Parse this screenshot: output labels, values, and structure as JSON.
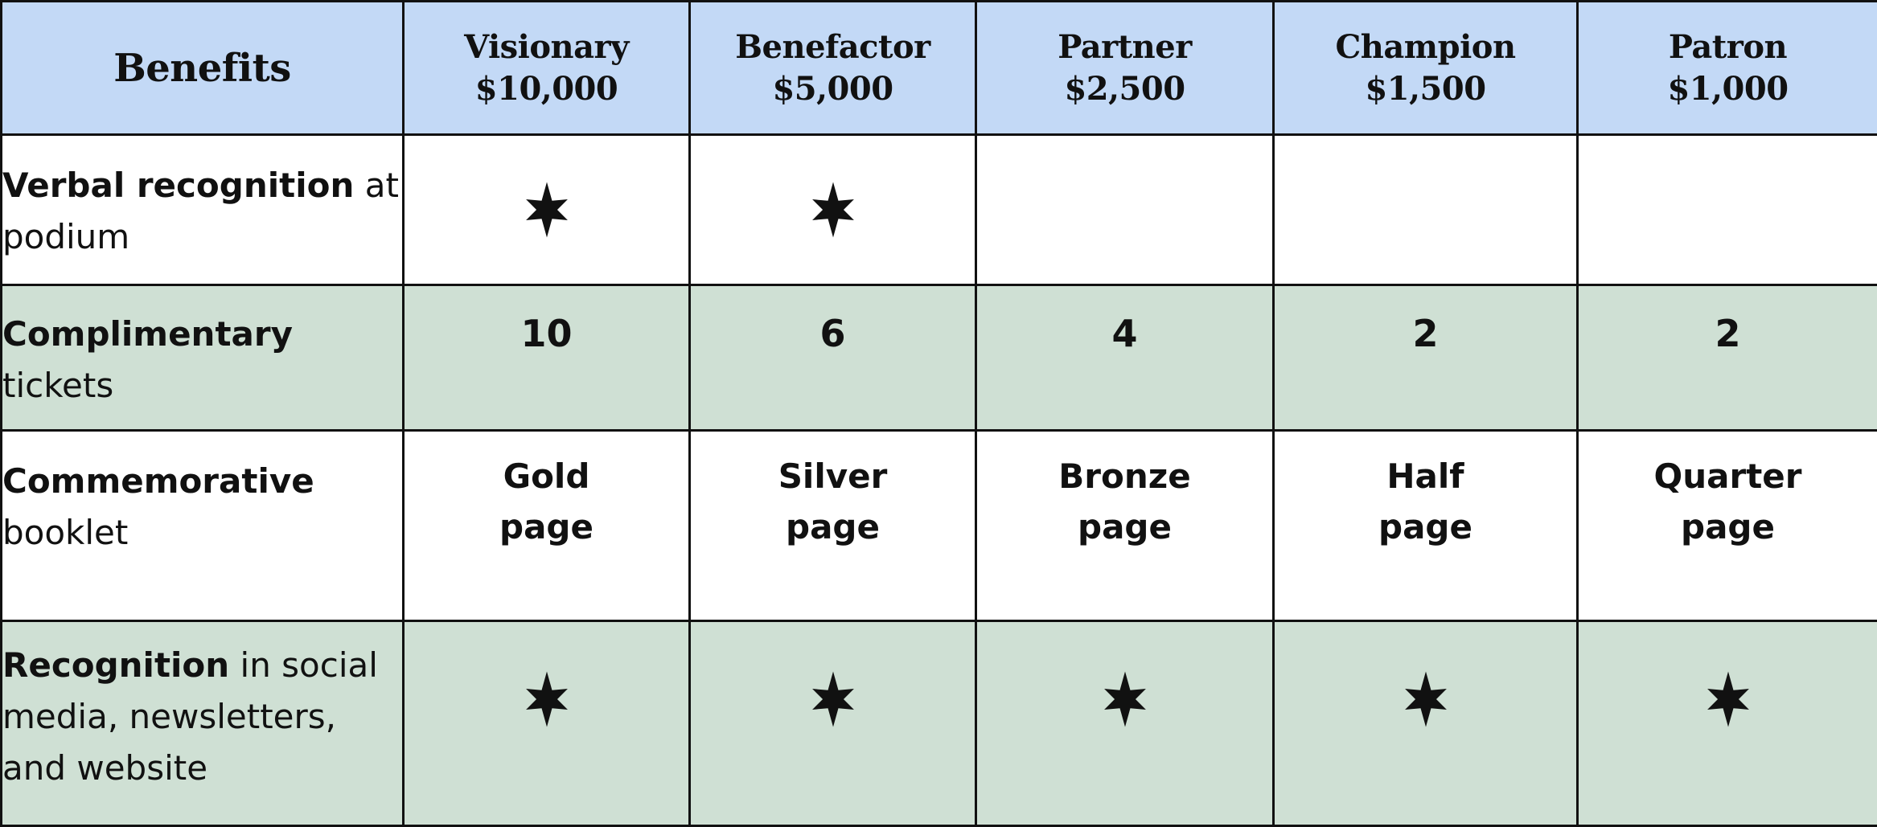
{
  "header": {
    "benefits_label": "Benefits",
    "tiers": [
      {
        "name": "Visionary",
        "price": "$10,000"
      },
      {
        "name": "Benefactor",
        "price": "$5,000"
      },
      {
        "name": "Partner",
        "price": "$2,500"
      },
      {
        "name": "Champion",
        "price": "$1,500"
      },
      {
        "name": "Patron",
        "price": "$1,000"
      }
    ]
  },
  "rows": [
    {
      "label_bold": "Verbal recognition",
      "label_rest": " at podium",
      "values": [
        "star",
        "star",
        "",
        "",
        ""
      ]
    },
    {
      "label_bold": "Complimentary",
      "label_rest": " tickets",
      "values": [
        "10",
        "6",
        "4",
        "2",
        "2"
      ]
    },
    {
      "label_bold": "Commemorative",
      "label_rest": " booklet",
      "values": [
        {
          "line1": "Gold",
          "line2": "page"
        },
        {
          "line1": "Silver",
          "line2": "page"
        },
        {
          "line1": "Bronze",
          "line2": "page"
        },
        {
          "line1": "Half",
          "line2": "page"
        },
        {
          "line1": "Quarter",
          "line2": "page"
        }
      ]
    },
    {
      "label_bold": "Recognition",
      "label_rest": " in social media, newsletters, and website",
      "values": [
        "star",
        "star",
        "star",
        "star",
        "star"
      ]
    }
  ],
  "icons": {
    "included": "six-point-star-icon"
  },
  "colors": {
    "header_bg": "#c3d9f6",
    "stripe_bg": "#cfe0d4",
    "white_bg": "#ffffff",
    "border": "#111111"
  }
}
